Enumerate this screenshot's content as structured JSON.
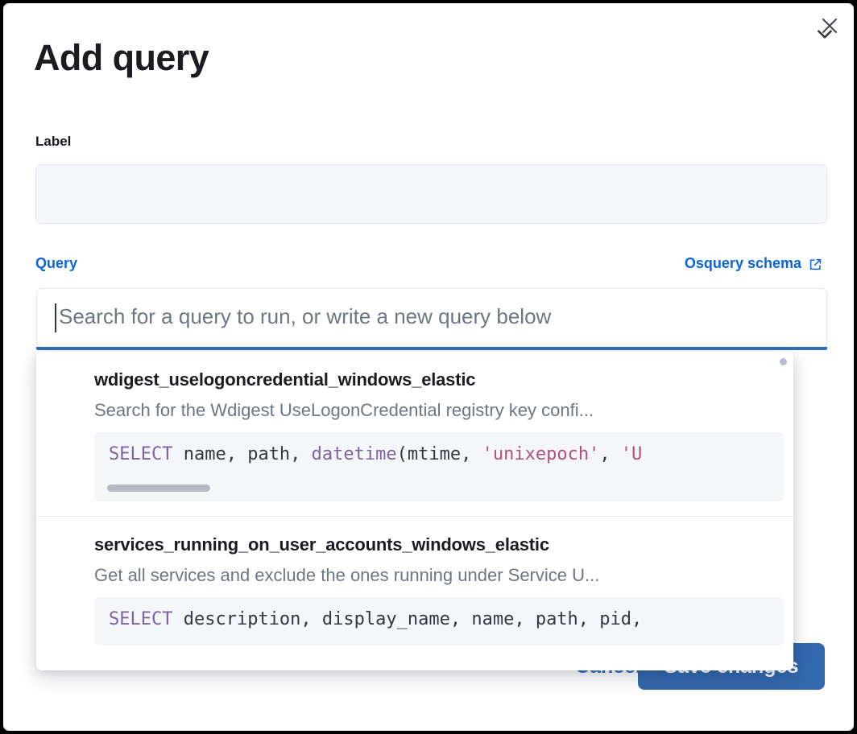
{
  "modal": {
    "title": "Add query",
    "close_icon": "close-icon"
  },
  "label_field": {
    "label": "Label",
    "value": "",
    "placeholder": ""
  },
  "query_field": {
    "label": "Query",
    "schema_link_text": "Osquery schema",
    "schema_link_icon": "external-link-icon",
    "input_value": "",
    "placeholder": "Search for a query to run, or write a new query below",
    "chevron_icon": "chevron-down-icon"
  },
  "dropdown": {
    "scroll_indicator": "scroll-dot",
    "items": [
      {
        "title": "wdigest_uselogoncredential_windows_elastic",
        "description": "Search for the Wdigest UseLogonCredential registry key confi...",
        "code_tokens": [
          {
            "t": "SELECT",
            "k": "kw"
          },
          {
            "t": " name, path, ",
            "k": "plain"
          },
          {
            "t": "datetime",
            "k": "fn"
          },
          {
            "t": "(mtime, ",
            "k": "plain"
          },
          {
            "t": "'unixepoch'",
            "k": "str"
          },
          {
            "t": ", ",
            "k": "plain"
          },
          {
            "t": "'U",
            "k": "str"
          }
        ],
        "has_hscroll": true
      },
      {
        "title": "services_running_on_user_accounts_windows_elastic",
        "description": "Get all services and exclude the ones running under Service U...",
        "code_tokens": [
          {
            "t": "SELECT",
            "k": "kw"
          },
          {
            "t": " description, display_name, name, path, pid,",
            "k": "plain"
          }
        ],
        "has_hscroll": false
      }
    ]
  },
  "footer": {
    "cancel_label": "Cancel",
    "save_label": "Save changes"
  },
  "colors": {
    "accent_blue": "#0b64dd",
    "button_blue": "#3268ad",
    "focus_bar": "#2f6fb8",
    "keyword_purple": "#7d62a4",
    "string_pink": "#b0527a",
    "muted_text": "#6e7584",
    "field_bg": "#f6f7fb",
    "code_bg": "#f5f6fa"
  }
}
